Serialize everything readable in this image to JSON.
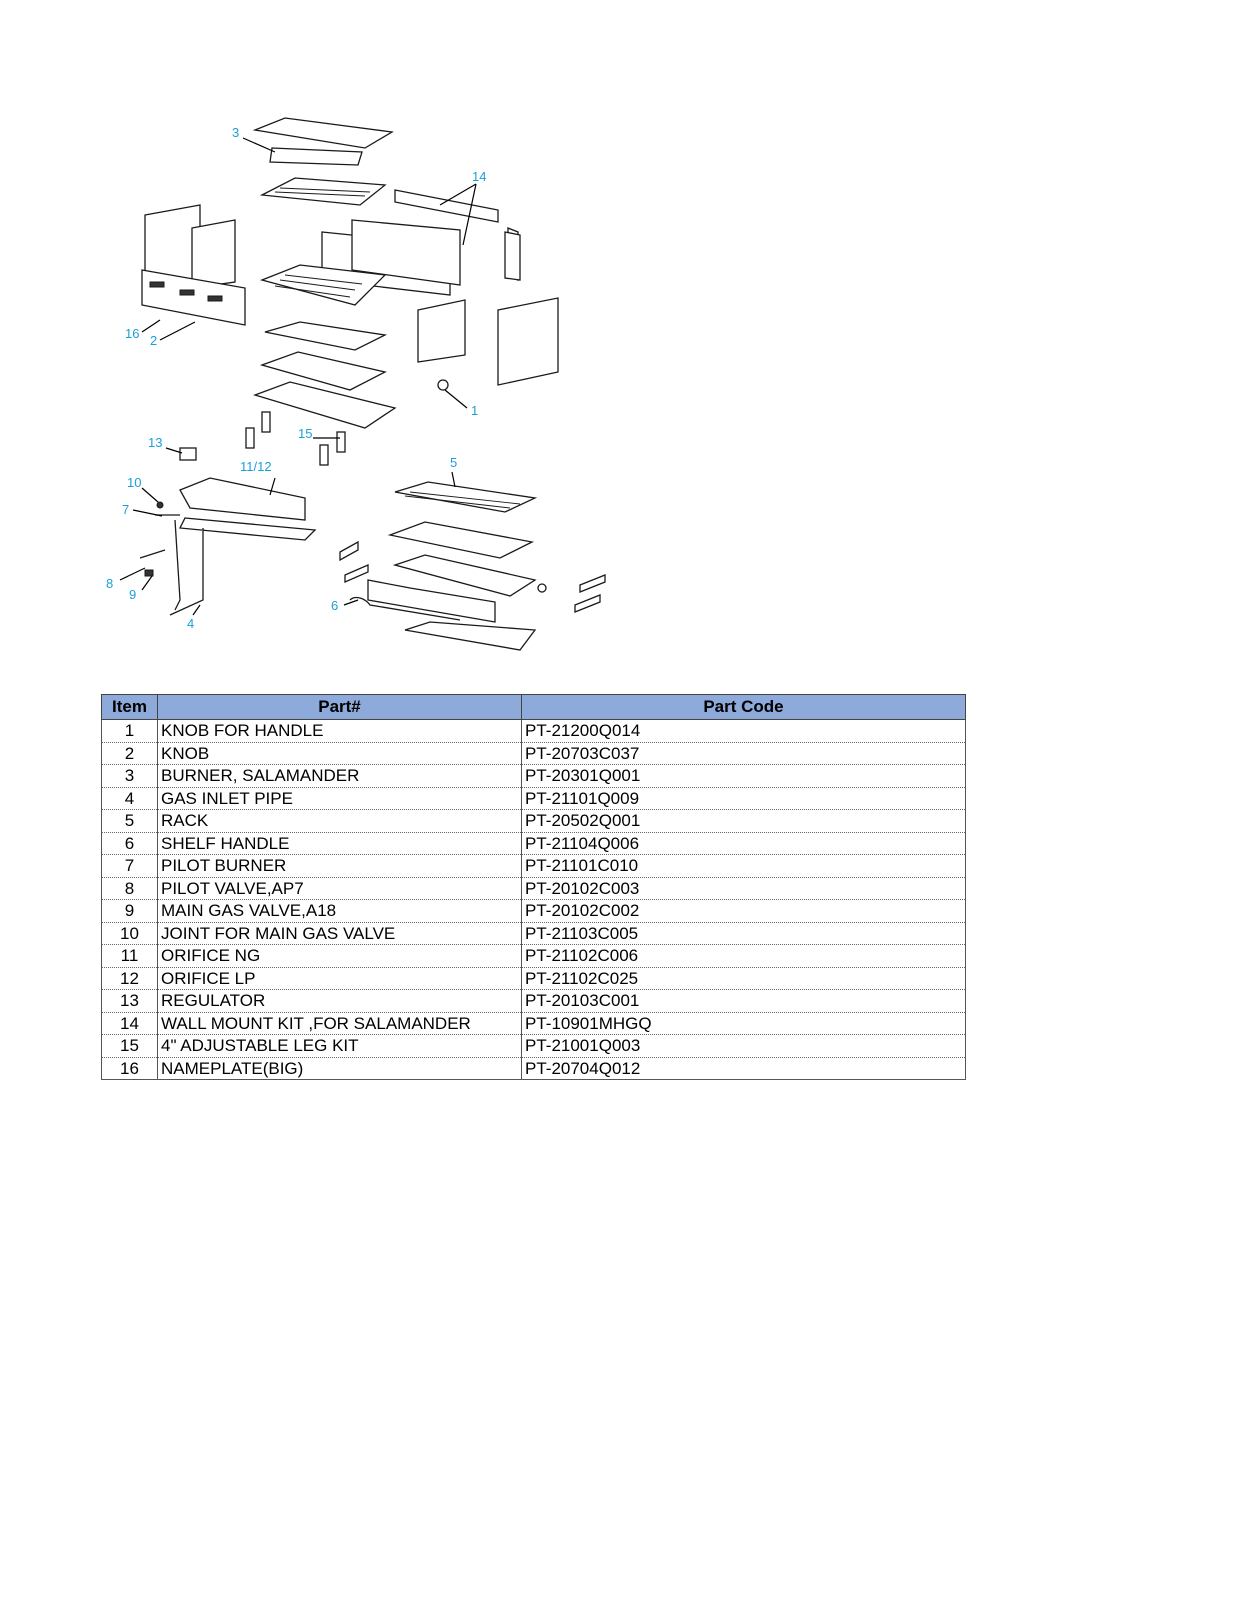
{
  "diagram": {
    "callouts": [
      "3",
      "14",
      "16",
      "2",
      "1",
      "13",
      "15",
      "11/12",
      "10",
      "5",
      "7",
      "8",
      "9",
      "6",
      "4"
    ],
    "accent_color": "#1a9fd9"
  },
  "table": {
    "headers": [
      "Item",
      "Part#",
      "Part Code"
    ],
    "header_color": "#8eaadb",
    "rows": [
      [
        "1",
        "KNOB FOR HANDLE",
        "PT-21200Q014"
      ],
      [
        "2",
        "KNOB",
        "PT-20703C037"
      ],
      [
        "3",
        "BURNER, SALAMANDER",
        "PT-20301Q001"
      ],
      [
        "4",
        "GAS INLET PIPE",
        "PT-21101Q009"
      ],
      [
        "5",
        "RACK",
        "PT-20502Q001"
      ],
      [
        "6",
        "SHELF HANDLE",
        "PT-21104Q006"
      ],
      [
        "7",
        "PILOT BURNER",
        "PT-21101C010"
      ],
      [
        "8",
        "PILOT VALVE,AP7",
        "PT-20102C003"
      ],
      [
        "9",
        "MAIN GAS VALVE,A18",
        "PT-20102C002"
      ],
      [
        "10",
        "JOINT FOR MAIN GAS VALVE",
        "PT-21103C005"
      ],
      [
        "11",
        "ORIFICE NG",
        "PT-21102C006"
      ],
      [
        "12",
        "ORIFICE LP",
        "PT-21102C025"
      ],
      [
        "13",
        "REGULATOR",
        "PT-20103C001"
      ],
      [
        "14",
        " WALL MOUNT KIT ,FOR SALAMANDER",
        "PT-10901MHGQ"
      ],
      [
        "15",
        "4\" ADJUSTABLE LEG KIT",
        "PT-21001Q003"
      ],
      [
        "16",
        "NAMEPLATE(BIG)",
        "PT-20704Q012"
      ]
    ]
  }
}
